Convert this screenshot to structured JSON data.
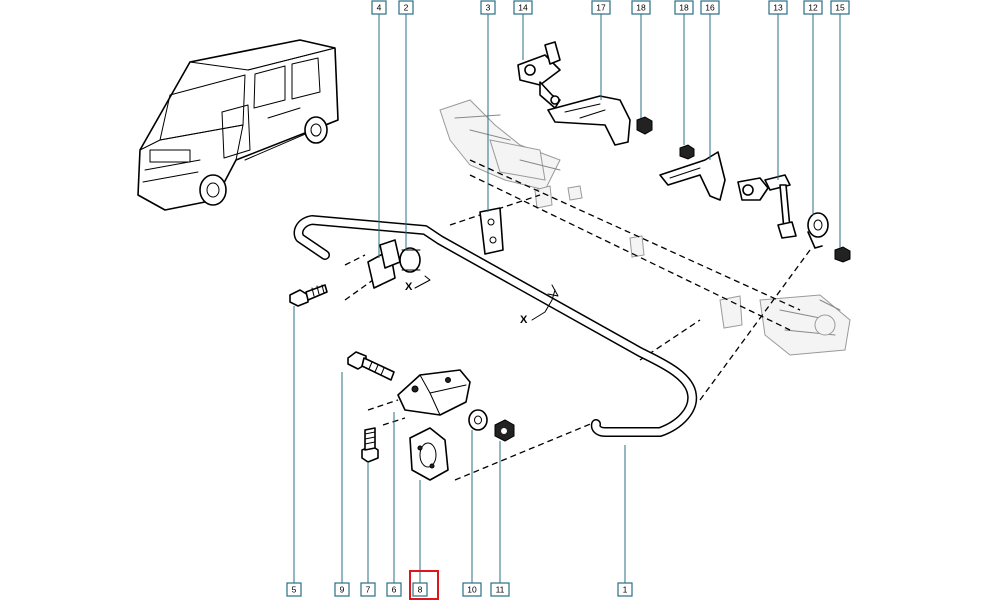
{
  "callouts": [
    "1",
    "2",
    "3",
    "4",
    "5",
    "6",
    "7",
    "8",
    "9",
    "10",
    "11",
    "12",
    "13",
    "14",
    "15",
    "16",
    "17",
    "18"
  ],
  "section_marker": "X",
  "selected_callout": "8",
  "colors": {
    "callout_border": "#2a6f86",
    "highlight": "#e1141e",
    "line_art": "#000000"
  }
}
